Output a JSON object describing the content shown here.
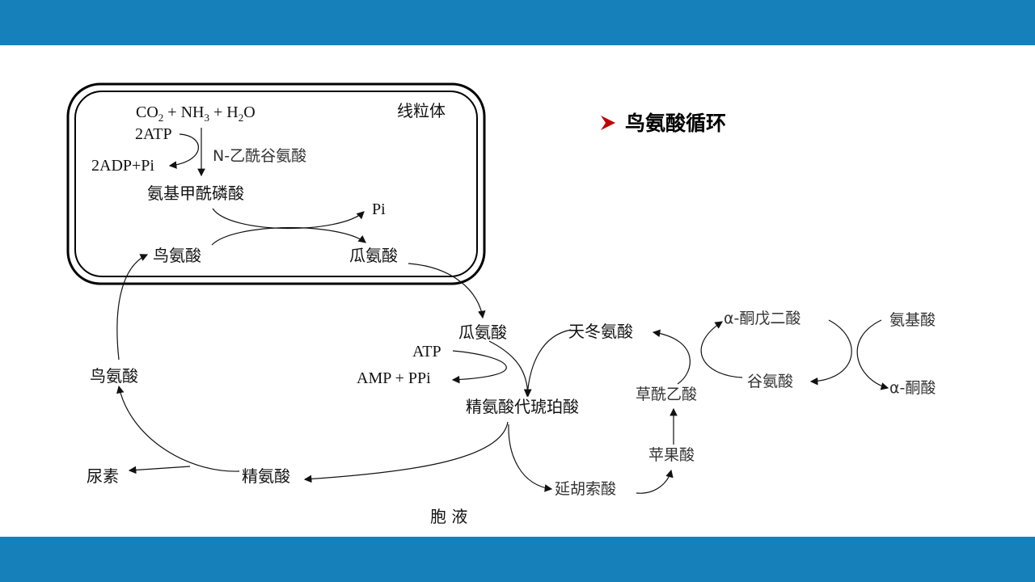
{
  "slide": {
    "title": "鸟氨酸循环",
    "bullet_icon": "red-arrow-bullet",
    "accent_color": "#1680bb",
    "bullet_color": "#c00000"
  },
  "mitochondria": {
    "label": "线粒体",
    "reactants": {
      "co": "CO",
      "co_sub": "2",
      "plus1": " + NH",
      "nh_sub": "3",
      "plus2": " + H",
      "h_sub": "2",
      "o": "O"
    },
    "atp_in": "2ATP",
    "adp_out": "2ADP+Pi",
    "cofactor": "N-乙酰谷氨酸",
    "carbamoyl_phosphate": "氨基甲酰磷酸",
    "pi": "Pi",
    "ornithine": "鸟氨酸",
    "citrulline": "瓜氨酸"
  },
  "cytosol": {
    "label": "胞 液",
    "citrulline": "瓜氨酸",
    "atp": "ATP",
    "amp_ppi": "AMP + PPi",
    "argininosuccinate": "精氨酸代琥珀酸",
    "aspartate": "天冬氨酸",
    "alpha_ketoglutarate": "α-酮戊二酸",
    "amino_acid": "氨基酸",
    "glutamate": "谷氨酸",
    "alpha_keto_acid": "α-酮酸",
    "oxaloacetate": "草酰乙酸",
    "malate": "苹果酸",
    "fumarate": "延胡索酸",
    "arginine": "精氨酸",
    "urea": "尿素",
    "ornithine": "鸟氨酸"
  }
}
